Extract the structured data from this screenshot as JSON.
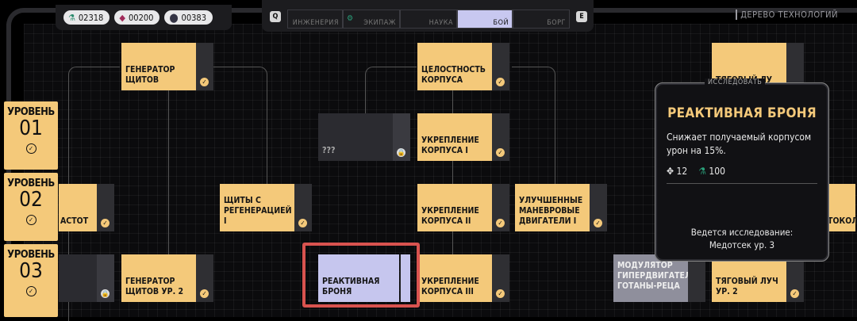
{
  "resources": {
    "research_points": "02318",
    "dilithium": "00200",
    "parts": "00383"
  },
  "tabs": {
    "prev_key": "Q",
    "next_key": "E",
    "items": [
      "ИНЖЕНЕРИЯ",
      "ЭКИПАЖ",
      "НАУКА",
      "БОЙ",
      "БОРГ"
    ],
    "active": "БОЙ"
  },
  "screen_title": "ДЕРЕВО ТЕХНОЛОГИЙ",
  "levels": [
    {
      "label": "УРОВЕНЬ",
      "number": "01"
    },
    {
      "label": "УРОВЕНЬ",
      "number": "02"
    },
    {
      "label": "УРОВЕНЬ",
      "number": "03"
    }
  ],
  "nodes": {
    "shield_generator": "ГЕНЕРАТОР ЩИТОВ",
    "hull_integrity": "ЦЕЛОСТНОСТЬ КОРПУСА",
    "unknown": "???",
    "hull_reinforce_1": "УКРЕПЛЕНИЕ КОРПУСА I",
    "frequencies_partial": "АСТОТ",
    "regen_shields_1": "ЩИТЫ С РЕГЕНЕРАЦИЕЙ I",
    "hull_reinforce_2": "УКРЕПЛЕНИЕ КОРПУСА II",
    "maneuver_engines_1": "УЛУЧШЕННЫЕ МАНЕВРОВЫЕ ДВИГАТЕЛИ I",
    "shield_generator_2": "ГЕНЕРАТОР ЩИТОВ УР. 2",
    "reactive_armor": "РЕАКТИВНАЯ БРОНЯ",
    "hull_reinforce_3": "УКРЕПЛЕНИЕ КОРПУСА III",
    "hyperdrive_modulator": "МОДУЛЯТОР ГИПЕРДВИГАТЕЛЯ ГОТАНЫ-РЕЦА",
    "tractor_beam_2": "ТЯГОВЫЙ ЛУЧ УР. 2",
    "tractor_beam_partial": "ТЯГОВЫЙ ЛУ",
    "protocol_partial": "ТОКОЛ"
  },
  "tooltip": {
    "header": "ИССЛЕДОВАТЬ",
    "title": "РЕАКТИВНАЯ БРОНЯ",
    "description": "Снижает получаемый корпусом урон на 15%.",
    "cost_parts": "12",
    "cost_research": "100",
    "status_line1": "Ведется исследование:",
    "status_line2": "Медотсек ур. 3"
  }
}
